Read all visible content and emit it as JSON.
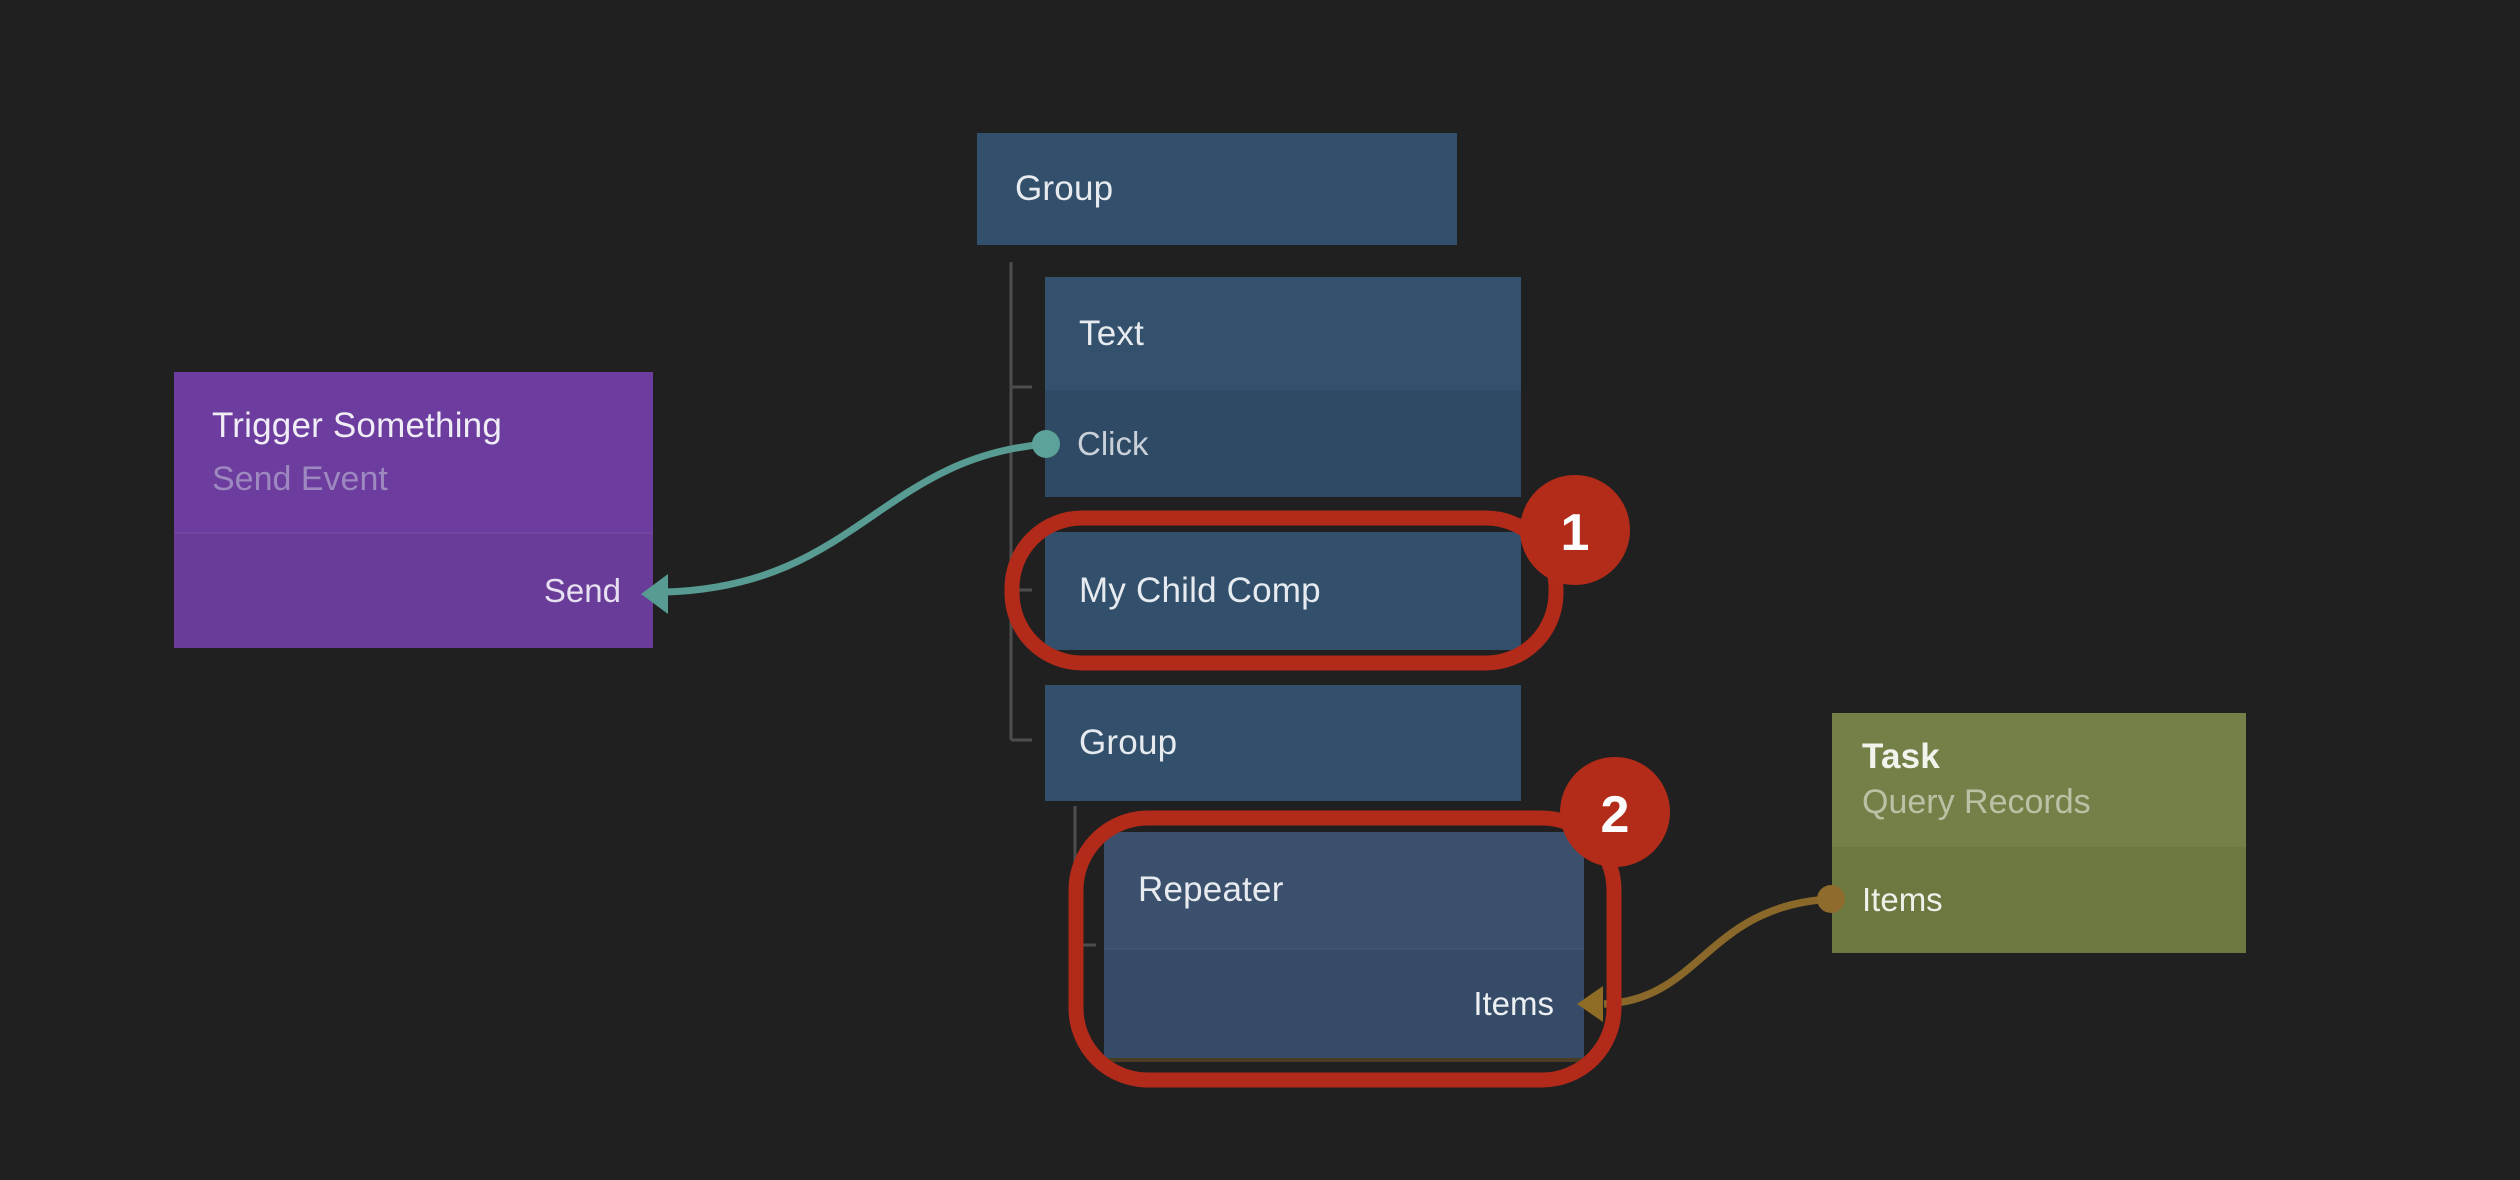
{
  "canvas": {
    "description": "Node tree canvas with two annotated connections",
    "background_color": "#202020"
  },
  "nodes": {
    "group_top": {
      "title": "Group"
    },
    "text_node": {
      "title": "Text",
      "port_click": "Click"
    },
    "my_child_comp": {
      "title": "My Child Comp"
    },
    "group_inner": {
      "title": "Group"
    },
    "repeater": {
      "title": "Repeater",
      "port_items": "Items"
    },
    "trigger": {
      "title": "Trigger Something",
      "subtitle": "Send Event",
      "port_send": "Send"
    },
    "task": {
      "title": "Task",
      "subtitle": "Query Records",
      "port_items": "Items"
    }
  },
  "annotations": {
    "badge_1": "1",
    "badge_2": "2",
    "annotation_color": "#b22a19"
  },
  "connections": {
    "event_connection_color": "#579b92",
    "data_connection_color": "#8a682a",
    "tree_line_color": "#4d4d4d"
  },
  "palette": {
    "blue_node": "#32506b",
    "blue_node_port": "#2e4a64",
    "repeater_header": "#3b506d",
    "repeater_port": "#364b67",
    "trigger_header": "#6c3d9e",
    "trigger_port": "#693c99",
    "task_header": "#738048",
    "task_port": "#6b7840"
  }
}
